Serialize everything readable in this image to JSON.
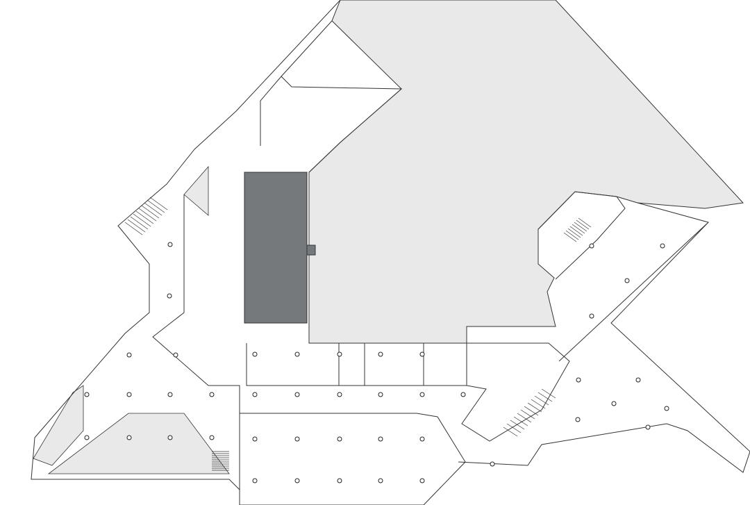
{
  "colors": {
    "background": "#ffffff",
    "shaded_area": "#e9e9e9",
    "dark_block": "#76797b",
    "walls": "#333333"
  },
  "icons": [
    "column-marker",
    "door-swing",
    "staircase"
  ]
}
